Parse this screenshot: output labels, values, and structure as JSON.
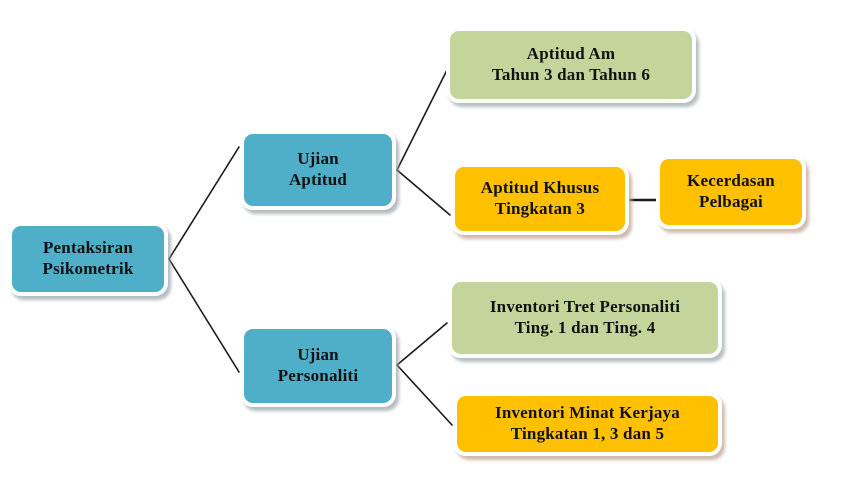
{
  "diagram": {
    "title": "Pentaksiran Psikometrik",
    "type": "tree-diagram",
    "background": "#ffffff",
    "colors": {
      "teal": "#4FAEC8",
      "green": "#C4D59B",
      "orange": "#FFC000",
      "node_border": "#ffffff",
      "connector": "#1a1a1a",
      "text": "#111111"
    },
    "nodes": {
      "root": {
        "label": "Pentaksiran\nPsikometrik",
        "color": "teal",
        "level": 0
      },
      "ujian_aptitud": {
        "label": "Ujian\nAptitud",
        "color": "teal",
        "level": 1
      },
      "ujian_personaliti": {
        "label": "Ujian\nPersonaliti",
        "color": "teal",
        "level": 1
      },
      "aptitud_am": {
        "label": "Aptitud Am\nTahun 3 dan Tahun 6",
        "color": "green",
        "level": 2
      },
      "aptitud_khusus": {
        "label": "Aptitud Khusus\nTingkatan 3",
        "color": "orange",
        "level": 2
      },
      "kecerdasan_pelbagai": {
        "label": "Kecerdasan\nPelbagai",
        "color": "orange",
        "level": 3
      },
      "inventori_tret": {
        "label": "Inventori Tret Personaliti\nTing. 1 dan Ting. 4",
        "color": "green",
        "level": 2
      },
      "inventori_minat": {
        "label": "Inventori Minat Kerjaya\nTingkatan 1, 3 dan 5",
        "color": "orange",
        "level": 2
      }
    },
    "edges": [
      {
        "from": "root",
        "to": "ujian_aptitud"
      },
      {
        "from": "root",
        "to": "ujian_personaliti"
      },
      {
        "from": "ujian_aptitud",
        "to": "aptitud_am"
      },
      {
        "from": "ujian_aptitud",
        "to": "aptitud_khusus"
      },
      {
        "from": "aptitud_khusus",
        "to": "kecerdasan_pelbagai"
      },
      {
        "from": "ujian_personaliti",
        "to": "inventori_tret"
      },
      {
        "from": "ujian_personaliti",
        "to": "inventori_minat"
      }
    ]
  }
}
